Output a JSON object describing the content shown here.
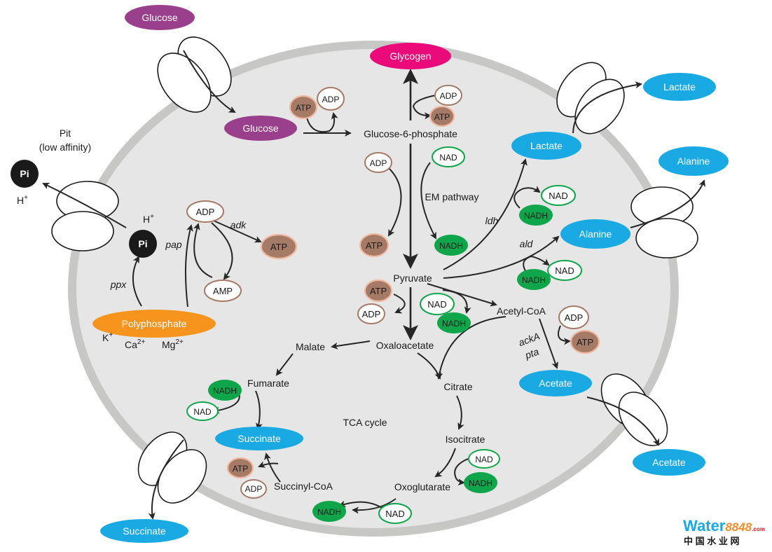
{
  "colors": {
    "cell_fill": "#e6e6e6",
    "cell_border": "#c7c7c6",
    "atp": "#a57a66",
    "nadh": "#0fa64b",
    "metabolite_blue": "#1aaae3",
    "glucose_purple": "#9a3f8c",
    "polyphosphate_orange": "#f7941d",
    "glycogen_pink": "#ea0a7a"
  },
  "labels": {
    "glucose_out": "Glucose",
    "glucose_in": "Glucose",
    "glycogen": "Glycogen",
    "g6p": "Glucose-6-phosphate",
    "em_pathway": "EM pathway",
    "pyruvate": "Pyruvate",
    "lactate_in": "Lactate",
    "lactate_out": "Lactate",
    "alanine_in": "Alanine",
    "alanine_out": "Alanine",
    "acetyl_coa": "Acetyl-CoA",
    "acetate_in": "Acetate",
    "acetate_out": "Acetate",
    "oxaloacetate": "Oxaloacetate",
    "malate": "Malate",
    "fumarate": "Fumarate",
    "succinate_in": "Succinate",
    "succinate_out": "Succinate",
    "succinyl_coa": "Succinyl-CoA",
    "oxoglutarate": "Oxoglutarate",
    "isocitrate": "Isocitrate",
    "citrate": "Citrate",
    "tca_cycle": "TCA cycle",
    "polyphosphate": "Polyphosphate",
    "pit": "Pit",
    "pit_affinity": "(low affinity)",
    "pi_out": "Pi",
    "pi_in": "Pi",
    "h_plus": "H",
    "plus": "+",
    "k_ion": "K",
    "ca_ion": "Ca",
    "ca_charge": "2+",
    "mg_ion": "Mg",
    "mg_charge": "2+",
    "amp": "AMP"
  },
  "cofactors": {
    "atp": "ATP",
    "adp": "ADP",
    "nad": "NAD",
    "nadh": "NADH"
  },
  "enzymes": {
    "adk": "adk",
    "pap": "pap",
    "ppx": "ppx",
    "ldh": "ldh",
    "ald": "ald",
    "acka": "ackA",
    "pta": "pta"
  },
  "watermark": {
    "brand": "Water",
    "number": "8848",
    "domain": ".com",
    "chinese": "中 国 水 业 网"
  }
}
